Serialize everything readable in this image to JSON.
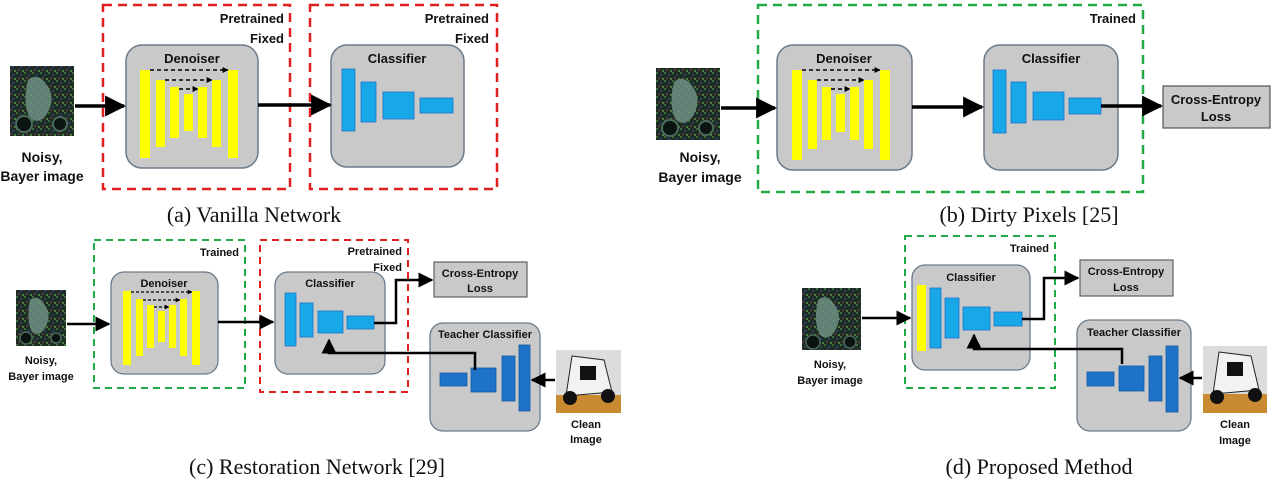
{
  "colors": {
    "box_fill": "#c9c9c9",
    "box_stroke": "#6b7a8a",
    "trained": "#22aa44",
    "fixed": "#e02020",
    "denoiser": "#ffff00",
    "classifier": "#18a8e8",
    "teacher": "#1e73c8",
    "arrow": "#000000"
  },
  "labels": {
    "denoiser": "Denoiser",
    "classifier": "Classifier",
    "teacher": "Teacher Classifier",
    "pretrained": "Pretrained",
    "fixed": "Fixed",
    "trained": "Trained",
    "noisy": "Noisy,",
    "bayer": "Bayer image",
    "clean": "Clean",
    "image": "Image",
    "ce": "Cross-Entropy",
    "loss": "Loss"
  },
  "captions": {
    "a": "(a) Vanilla Network",
    "b": "(b) Dirty Pixels [25]",
    "c": "(c) Restoration Network [29]",
    "d": "(d) Proposed Method"
  }
}
